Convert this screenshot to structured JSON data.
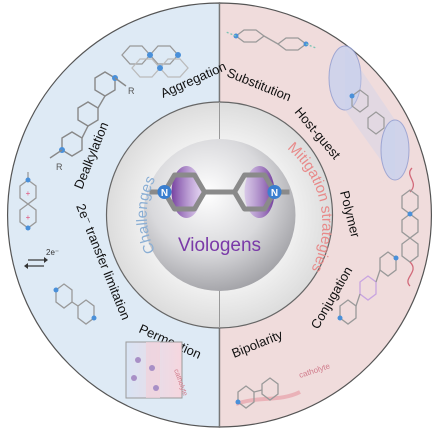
{
  "center": {
    "title": "Viologens",
    "n_label": "N"
  },
  "inner_ring": {
    "left_label": "Challenges",
    "right_label": "Mitigation strategies"
  },
  "challenges": {
    "aggregation": "Aggregation",
    "dealkylation": "Dealkylation",
    "transfer_limitation": "2e⁻ transfer limitation",
    "permeation": "Permeation",
    "dealkylation_r": "R",
    "transfer_arrow_label": "2e⁻"
  },
  "strategies": {
    "substitution": "Substitution",
    "host_guest": "Host-guest",
    "polymer": "Polymer",
    "conjugation": "Conjugation",
    "bipolarity": "Bipolarity",
    "bipolarity_tag": "catholyte",
    "permeation_tag": "catholyte"
  },
  "colors": {
    "challenges_fill": "#deeaf5",
    "strategies_fill": "#f0dcdc",
    "challenges_text": "#8aaed4",
    "strategies_text": "#e88a8a",
    "title": "#7a3aa8",
    "outline": "#555555",
    "nitrogen": "#4a90d9",
    "charge": "#e0507a"
  },
  "icons": [
    "viologen-molecule-icon",
    "cyclodextrin-host-icon",
    "membrane-icon",
    "electron-transfer-arrows-icon",
    "polymer-chain-icon"
  ]
}
